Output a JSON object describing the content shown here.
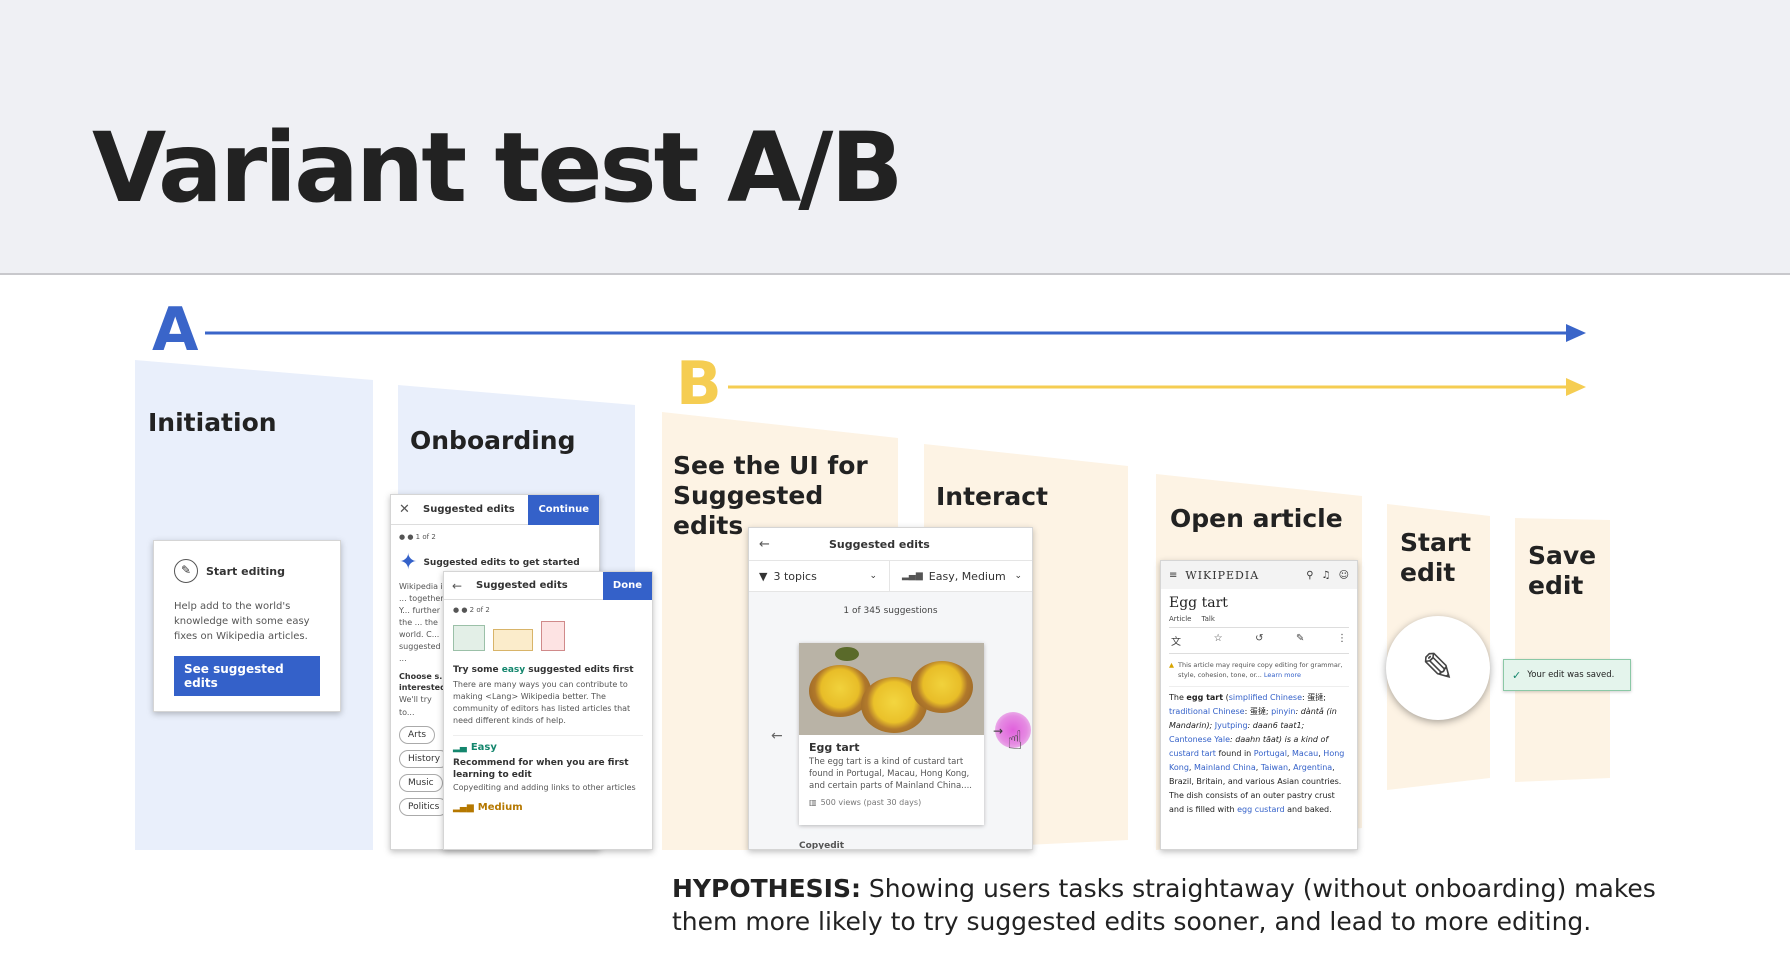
{
  "title": "Variant test A/B",
  "variants": {
    "a": {
      "label": "A",
      "color": "#3a65c9"
    },
    "b": {
      "label": "B",
      "color": "#f5cd52"
    }
  },
  "stages": {
    "initiation": "Initiation",
    "onboarding": "Onboarding",
    "see_ui": "See the UI for Suggested edits",
    "interact": "Interact",
    "open_article": "Open article",
    "start_edit": "Start edit",
    "save_edit": "Save edit"
  },
  "initiation_card": {
    "heading": "Start editing",
    "body": "Help add to the world's knowledge with some easy fixes on Wikipedia articles.",
    "button": "See suggested edits"
  },
  "onboarding_back": {
    "title": "Suggested edits",
    "continue": "Continue",
    "pager": "● ● 1 of 2",
    "heading": "Suggested edits to get started",
    "body": "Wikipedia is ... together. Y... further the ... the world. C... suggested ...",
    "choose": "Choose s... interested...",
    "try": "We'll try to...",
    "chips": [
      "Arts",
      "History",
      "Music",
      "Politics"
    ]
  },
  "onboarding_front": {
    "title": "Suggested edits",
    "done": "Done",
    "pager": "● ● 2 of 2",
    "heading_pre": "Try some ",
    "heading_em": "easy",
    "heading_post": " suggested edits first",
    "body": "There are many ways you can contribute to making <Lang> Wikipedia better. The community of editors has listed articles that need different kinds of help.",
    "easy": "Easy",
    "easy_title": "Recommend for when you are first learning to edit",
    "easy_body": "Copyediting and adding links to other articles",
    "medium": "Medium"
  },
  "suggested_ui": {
    "title": "Suggested edits",
    "topics": "3 topics",
    "difficulty": "Easy, Medium",
    "count": "1 of 345 suggestions",
    "article_title": "Egg tart",
    "article_desc": "The egg tart is a kind of custard tart found in Portugal, Macau, Hong Kong, and certain parts of Mainland China....",
    "views": "500 views (past 30 days)",
    "footer": "Copyedit"
  },
  "article": {
    "brand": "WIKIPEDIA",
    "title": "Egg tart",
    "tab_article": "Article",
    "tab_talk": "Talk",
    "notice": "This article may require copy editing for grammar, style, cohesion, tone, or...",
    "learn_more": "Learn more",
    "body_parts": [
      "The ",
      "egg tart",
      " (",
      "simplified Chinese",
      ": 蛋撻; ",
      "traditional Chinese",
      ": 蛋撻; ",
      "pinyin",
      ": dàntǎ (in Mandarin); ",
      "Jyutping",
      ": daan6 taat1; ",
      "Cantonese Yale",
      ": daahn tāat) is a kind of ",
      "custard tart",
      " found in ",
      "Portugal",
      ", ",
      "Macau",
      ", ",
      "Hong Kong",
      ", ",
      "Mainland China",
      ", ",
      "Taiwan",
      ", ",
      "Argentina",
      ", Brazil, Britain, and various Asian countries. The dish consists of an outer pastry crust and is filled with ",
      "egg custard",
      " and baked."
    ]
  },
  "save_toast": "Your edit was saved.",
  "hypothesis": {
    "label": "HYPOTHESIS:",
    "text": " Showing users tasks straightaway (without onboarding) makes them more likely to try suggested edits sooner, and lead to more editing."
  }
}
